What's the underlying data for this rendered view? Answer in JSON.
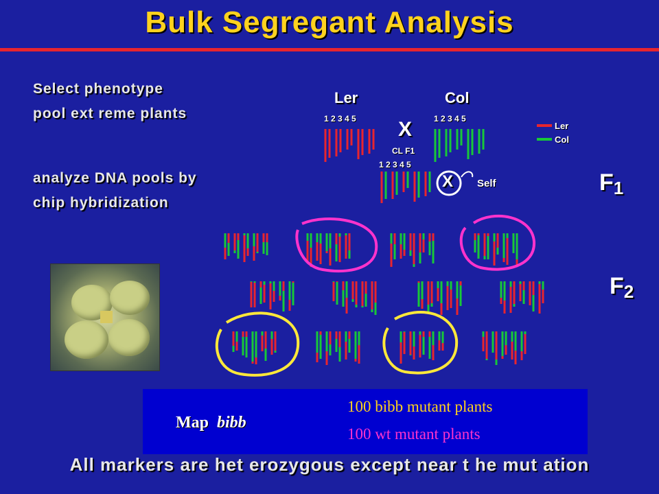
{
  "title": "Bulk Segregant Analysis",
  "left_text": {
    "line1": "Select  phenotype",
    "line2": "pool ext reme plants",
    "line3": "analyze DNA pools by",
    "line4": "chip hybridization"
  },
  "parents": {
    "ler_label": "Ler",
    "col_label": "Col",
    "numbers": "1 2 3 4 5",
    "cross_symbol": "X",
    "cl_f1": "CL F1",
    "self_label": "Self"
  },
  "legend": {
    "ler": "Ler",
    "col": "Col"
  },
  "generations": {
    "f1": "F",
    "f1_sub": "1",
    "f2": "F",
    "f2_sub": "2"
  },
  "colors": {
    "ler": "#e8252e",
    "col": "#18c838",
    "circle_f1": "#ff33cc",
    "circle_f2": "#ffe83a",
    "background": "#1b1fa0",
    "title": "#ffd21e"
  },
  "map_box": {
    "map_word": "Map",
    "gene": "bibb",
    "line1": "100  bibb mutant plants",
    "line2": "100  wt mutant  plants"
  },
  "bottom_text": "All markers are het erozygous except  near t he mut ation"
}
